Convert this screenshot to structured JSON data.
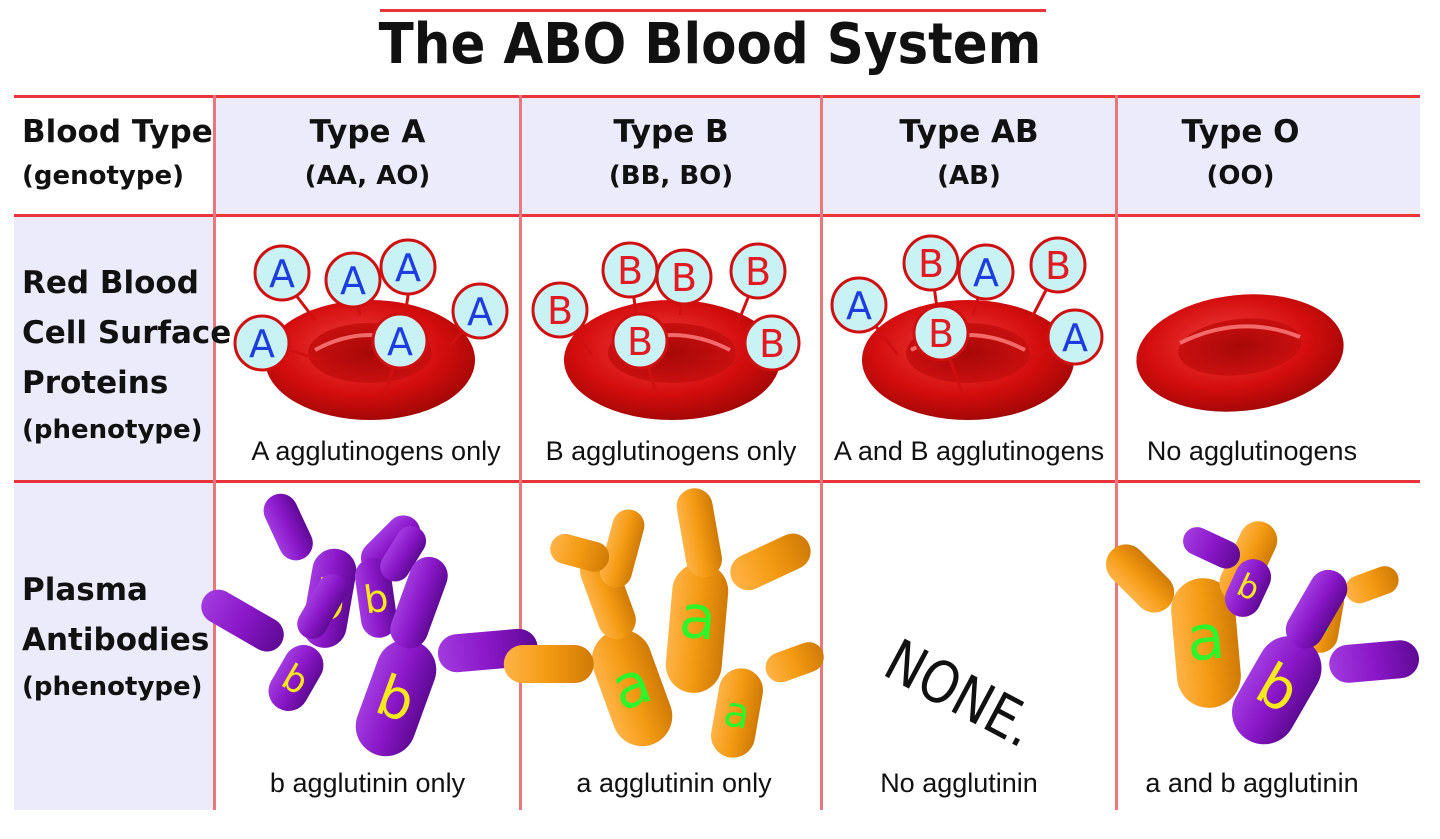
{
  "title": "The ABO Blood System",
  "header_label": {
    "line1": "Blood Type",
    "line2": "(genotype)"
  },
  "row_rbc_label": {
    "line1": "Red Blood",
    "line2": "Cell Surface",
    "line3": "Proteins",
    "line4": "(phenotype)"
  },
  "row_plasma_label": {
    "line1": "Plasma",
    "line2": "Antibodies",
    "line3": "(phenotype)"
  },
  "types": [
    {
      "name": "Type A",
      "genotype": "(AA, AO)",
      "rbc_caption": "A agglutinogens only",
      "plasma_caption": "b agglutinin only"
    },
    {
      "name": "Type B",
      "genotype": "(BB, BO)",
      "rbc_caption": "B agglutinogens only",
      "plasma_caption": "a agglutinin only"
    },
    {
      "name": "Type AB",
      "genotype": "(AB)",
      "rbc_caption": "A and B agglutinogens",
      "plasma_caption": "No agglutinin"
    },
    {
      "name": "Type O",
      "genotype": "(OO)",
      "rbc_caption": "No agglutinogens",
      "plasma_caption": "a and b agglutinin"
    }
  ],
  "none_text": "NONE.",
  "antigen_letters": {
    "a_upper": "A",
    "b_upper": "B"
  },
  "antibody_letters": {
    "a_lower": "a",
    "b_lower": "b"
  },
  "colors": {
    "rule": "#e8343b",
    "cell_red": "#d40d0d",
    "antigen_fill": "#c9f2f4",
    "antigen_A_text": "#1e3de0",
    "antigen_B_text": "#e21b23",
    "antibody_purple": "#8a17c8",
    "antibody_orange": "#f39a12",
    "antibody_b_text": "#f6e91a",
    "antibody_a_text": "#2ef52a",
    "header_bg": "#ebebfb"
  }
}
